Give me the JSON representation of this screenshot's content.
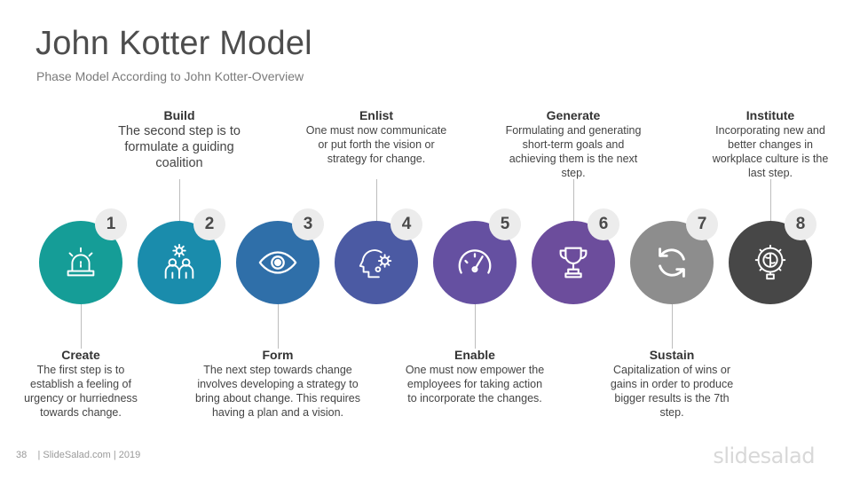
{
  "header": {
    "title": "John Kotter Model",
    "subtitle": "Phase Model According to John Kotter-Overview"
  },
  "steps": [
    {
      "number": "1",
      "heading": "Create",
      "body": "The first step is to establish a feeling of urgency or hurriedness towards change.",
      "color": "#159d97",
      "icon": "siren-icon",
      "position": "below"
    },
    {
      "number": "2",
      "heading": "Build",
      "body": "The second step is to formulate a guiding coalition",
      "color": "#1a8cac",
      "icon": "team-gear-icon",
      "position": "above"
    },
    {
      "number": "3",
      "heading": "Form",
      "body": "The next step towards change involves developing a strategy to bring about change. This requires having a plan and a vision.",
      "color": "#2f6fa9",
      "icon": "eye-icon",
      "position": "below"
    },
    {
      "number": "4",
      "heading": "Enlist",
      "body": "One must now communicate or put forth the vision or strategy for change.",
      "color": "#4b5aa3",
      "icon": "head-gears-icon",
      "position": "above"
    },
    {
      "number": "5",
      "heading": "Enable",
      "body": "One must now empower the employees for taking action to incorporate the changes.",
      "color": "#6550a1",
      "icon": "speedometer-icon",
      "position": "below"
    },
    {
      "number": "6",
      "heading": "Generate",
      "body": "Formulating and generating short-term goals and achieving them is the next step.",
      "color": "#6c4d9c",
      "icon": "trophy-icon",
      "position": "above"
    },
    {
      "number": "7",
      "heading": "Sustain",
      "body": "Capitalization of wins or gains in order to produce bigger results is the 7th step.",
      "color": "#8d8d8d",
      "icon": "refresh-icon",
      "position": "below"
    },
    {
      "number": "8",
      "heading": "Institute",
      "body": "Incorporating new and better changes in workplace culture is the last step.",
      "color": "#474747",
      "icon": "brain-gear-bulb-icon",
      "position": "above"
    }
  ],
  "footer": {
    "page": "38",
    "text": "| SlideSalad.com | 2019",
    "brand": "slidesalad"
  }
}
